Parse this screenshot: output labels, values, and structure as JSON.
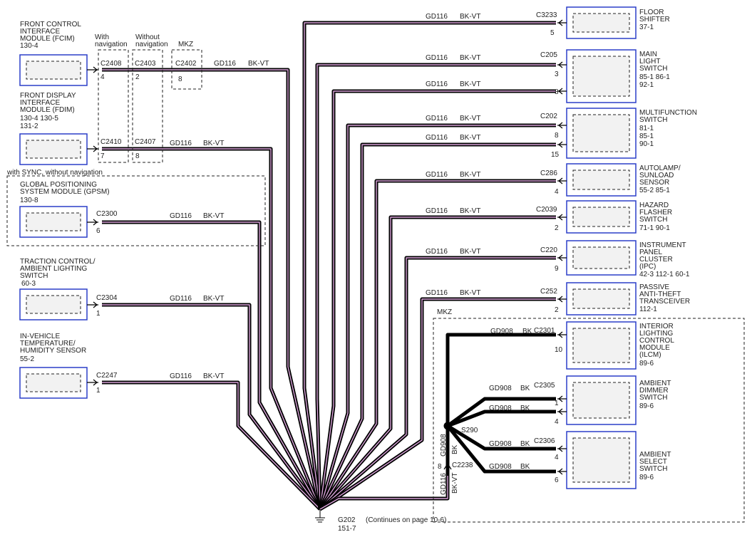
{
  "wire_color": "#d9a3d9",
  "module_border_color": "#2b3fc9",
  "left_modules": [
    {
      "name_lines": [
        "FRONT CONTROL",
        "INTERFACE",
        "MODULE (FCIM)",
        "130-4"
      ]
    },
    {
      "name_lines": [
        "FRONT DISPLAY",
        "INTERFACE",
        "MODULE (FDIM)",
        "130-4   130-5",
        "131-2"
      ]
    },
    {
      "name_lines": [
        "GLOBAL POSITIONING",
        "SYSTEM MODULE (GPSM)",
        "130-8"
      ]
    },
    {
      "name_lines": [
        "TRACTION CONTROL/",
        "AMBIENT LIGHTING",
        "SWITCH",
        "60-3"
      ]
    },
    {
      "name_lines": [
        "IN-VEHICLE",
        "TEMPERATURE/",
        "HUMIDITY SENSOR",
        "55-2"
      ]
    }
  ],
  "variant_labels": {
    "with_nav": [
      "With",
      "navigation"
    ],
    "without_nav": [
      "Without",
      "navigation"
    ],
    "mkz": "MKZ",
    "sync_box": "with SYNC, without navigation",
    "mkz_box": "MKZ"
  },
  "left_connectors": [
    {
      "id": "C2408",
      "pin": "4"
    },
    {
      "id": "C2403",
      "pin": "2"
    },
    {
      "id": "C2402",
      "pin": "8"
    },
    {
      "id": "C2410",
      "pin": "7"
    },
    {
      "id": "C2407",
      "pin": "8"
    },
    {
      "id": "C2300",
      "pin": "6"
    },
    {
      "id": "C2304",
      "pin": "1"
    },
    {
      "id": "C2247",
      "pin": "1"
    }
  ],
  "left_wires": [
    {
      "circuit": "GD116",
      "color": "BK-VT"
    },
    {
      "circuit": "GD116",
      "color": "BK-VT"
    },
    {
      "circuit": "GD116",
      "color": "BK-VT"
    },
    {
      "circuit": "GD116",
      "color": "BK-VT"
    },
    {
      "circuit": "GD116",
      "color": "BK-VT"
    }
  ],
  "right_modules": [
    {
      "name_lines": [
        "FLOOR",
        "SHIFTER",
        "37-1"
      ]
    },
    {
      "name_lines": [
        "MAIN",
        "LIGHT",
        "SWITCH",
        "85-1   86-1",
        "92-1"
      ]
    },
    {
      "name_lines": [
        "MULTIFUNCTION",
        "SWITCH",
        "81-1",
        "85-1",
        "90-1"
      ]
    },
    {
      "name_lines": [
        "AUTOLAMP/",
        "SUNLOAD",
        "SENSOR",
        "55-2   85-1"
      ]
    },
    {
      "name_lines": [
        "HAZARD",
        "FLASHER",
        "SWITCH",
        "71-1   90-1"
      ]
    },
    {
      "name_lines": [
        "INSTRUMENT",
        "PANEL",
        "CLUSTER",
        "(IPC)",
        "42-3   112-1     60-1"
      ]
    },
    {
      "name_lines": [
        "PASSIVE",
        "ANTI-THEFT",
        "TRANSCEIVER",
        "112-1"
      ]
    },
    {
      "name_lines": [
        "INTERIOR",
        "LIGHTING",
        "CONTROL",
        "MODULE",
        "(ILCM)",
        "89-6"
      ]
    },
    {
      "name_lines": [
        "AMBIENT",
        "DIMMER",
        "SWITCH",
        "89-6"
      ]
    },
    {
      "name_lines": [
        "AMBIENT",
        "SELECT",
        "SWITCH",
        "89-6"
      ]
    }
  ],
  "right_wires": [
    {
      "circuit": "GD116",
      "color": "BK-VT",
      "connector": "C3233",
      "pin": "5"
    },
    {
      "circuit": "GD116",
      "color": "BK-VT",
      "connector": "C205",
      "pin": "3"
    },
    {
      "circuit": "GD116",
      "color": "BK-VT",
      "connector": "",
      "pin": "8"
    },
    {
      "circuit": "GD116",
      "color": "BK-VT",
      "connector": "C202",
      "pin": "8"
    },
    {
      "circuit": "GD116",
      "color": "BK-VT",
      "connector": "",
      "pin": "15"
    },
    {
      "circuit": "GD116",
      "color": "BK-VT",
      "connector": "C286",
      "pin": "4"
    },
    {
      "circuit": "GD116",
      "color": "BK-VT",
      "connector": "C2039",
      "pin": "2"
    },
    {
      "circuit": "GD116",
      "color": "BK-VT",
      "connector": "C220",
      "pin": "9"
    },
    {
      "circuit": "GD116",
      "color": "BK-VT",
      "connector": "C252",
      "pin": "2"
    }
  ],
  "mkz_wires": [
    {
      "circuit": "GD908",
      "color": "BK",
      "connector": "C2301",
      "pin": "10"
    },
    {
      "circuit": "GD908",
      "color": "BK",
      "connector": "C2305",
      "pin": "1"
    },
    {
      "circuit": "GD908",
      "color": "BK",
      "connector": "",
      "pin": "4"
    },
    {
      "circuit": "GD908",
      "color": "BK",
      "connector": "C2306",
      "pin": "4"
    },
    {
      "circuit": "GD908",
      "color": "BK",
      "connector": "",
      "pin": "6"
    }
  ],
  "splice": {
    "id": "S290"
  },
  "feed": {
    "upper_circuit": "GD908",
    "upper_color": "BK",
    "connector": "C2238",
    "pin": "8",
    "lower_circuit": "GD116",
    "lower_color": "BK-VT"
  },
  "ground": {
    "id": "G202",
    "page": "151-7",
    "note": "(Continues on page 10-6)"
  }
}
